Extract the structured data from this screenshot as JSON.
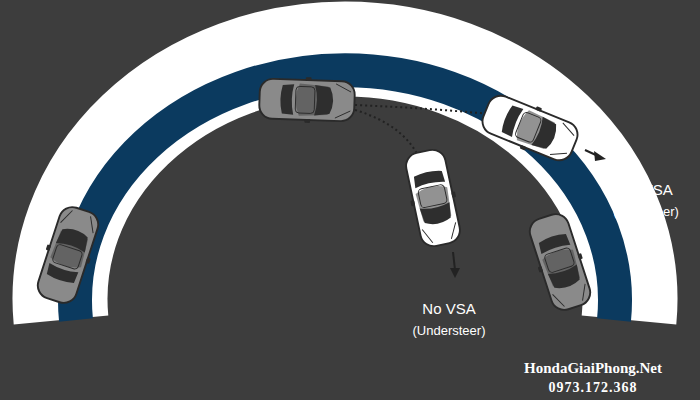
{
  "diagram": {
    "labels": [
      "No VSA",
      "(Oversteer)",
      "No VSA",
      "(Understeer)",
      "HondaGiaiPhong.Net",
      "0973.172.368"
    ]
  }
}
